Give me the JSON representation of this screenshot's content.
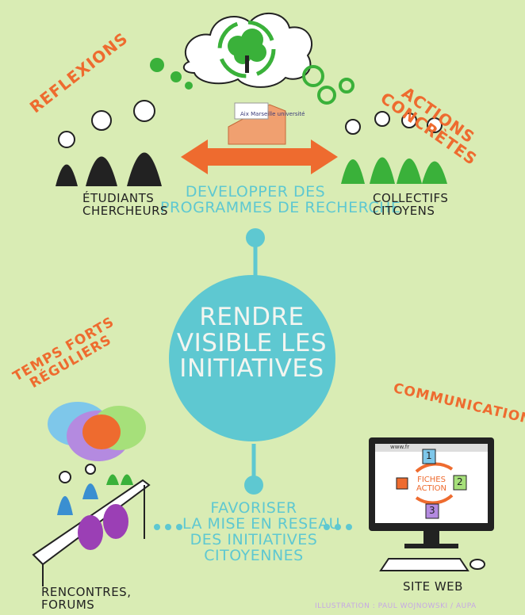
{
  "center": {
    "line1": "RENDRE",
    "line2": "VISIBLE LES",
    "line3": "INITIATIVES"
  },
  "top_connection": {
    "line1": "DEVELOPPER DES",
    "line2": "PROGRAMMES DE RECHERCHE"
  },
  "bottom_connection": {
    "line1": "FAVORISER",
    "line2": "LA MISE EN RESEAU",
    "line3": "DES INITIATIVES",
    "line4": "CITOYENNES"
  },
  "left_group": {
    "tag": "REFLEXIONS",
    "line1": "ÉTUDIANTS",
    "line2": "CHERCHEURS"
  },
  "right_group": {
    "tag_line1": "ACTIONS",
    "tag_line2": "CONCRÈTES",
    "line1": "COLLECTIFS",
    "line2": "CITOYENS"
  },
  "events": {
    "tag_line1": "TEMPS FORTS",
    "tag_line2": "RÉGULIERS",
    "line1": "RENCONTRES,",
    "line2": "FORUMS"
  },
  "web": {
    "tag": "COMMUNICATION",
    "label": "SITE WEB",
    "url": "www.fr",
    "fiches_line1": "FICHES",
    "fiches_line2": "ACTION",
    "n1": "1",
    "n2": "2",
    "n3": "3"
  },
  "logo": {
    "line1": "Aix",
    "line2": "Marseille",
    "line3": "université"
  },
  "credit": "ILLUSTRATION : PAUL WOJNOWSKI / AUPA",
  "colors": {
    "background": "#d9ecb4",
    "teal": "#5ec8d1",
    "orange": "#ee6b2f",
    "green": "#3ab13a",
    "purple": "#9b3fb5",
    "dark": "#222222"
  }
}
